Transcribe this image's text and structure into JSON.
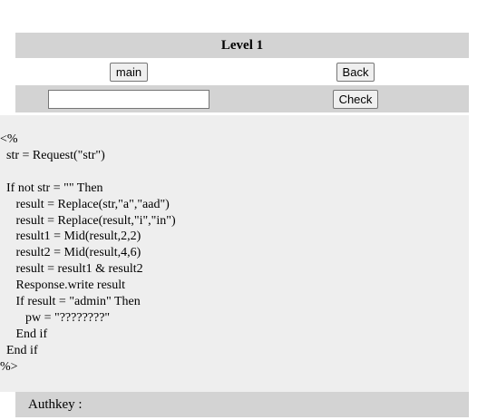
{
  "header": {
    "title": "Level 1"
  },
  "nav": {
    "main_label": "main",
    "back_label": "Back"
  },
  "form": {
    "input_value": "",
    "check_label": "Check"
  },
  "source_code": "<%\n  str = Request(\"str\")\n\n  If not str = \"\" Then\n     result = Replace(str,\"a\",\"aad\")\n     result = Replace(result,\"i\",\"in\")\n     result1 = Mid(result,2,2)\n     result2 = Mid(result,4,6)\n     result = result1 & result2\n     Response.write result\n     If result = \"admin\" Then\n        pw = \"????????\"\n     End if\n  End if\n%>",
  "footer": {
    "authkey_label": "Authkey :"
  }
}
